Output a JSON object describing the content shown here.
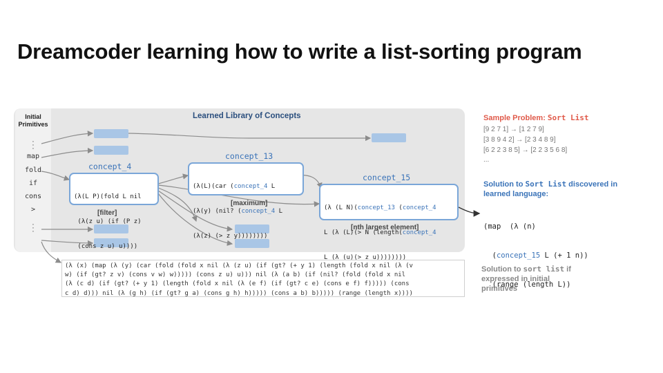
{
  "title": "Dreamcoder learning how to write a list-sorting program",
  "library": {
    "heading": "Learned Library of Concepts",
    "primitives_heading": [
      "Initial",
      "Primitives"
    ],
    "primitives": [
      "map",
      "fold",
      "if",
      "cons",
      ">"
    ]
  },
  "concepts": {
    "c4": {
      "name": "concept_4",
      "label": "[filter]",
      "lines": [
        [
          {
            "t": "(λ(L P)(fold L nil"
          }
        ],
        [
          {
            "t": " (λ(z u) (if (P z)"
          }
        ],
        [
          {
            "t": " (cons z u) u))))"
          }
        ]
      ]
    },
    "c13": {
      "name": "concept_13",
      "label": "[maximum]",
      "lines": [
        [
          {
            "t": "(λ(L)(car ("
          },
          {
            "t": "concept_4",
            "hl": true
          },
          {
            "t": " L"
          }
        ],
        [
          {
            "t": "(λ(y) (nil? ("
          },
          {
            "t": "concept_4",
            "hl": true
          },
          {
            "t": " L"
          }
        ],
        [
          {
            "t": "(λ(z) (> z y))))))))"
          }
        ]
      ]
    },
    "c15": {
      "name": "concept_15",
      "label": "[nth largest element]",
      "lines": [
        [
          {
            "t": "(λ (L N)("
          },
          {
            "t": "concept_13",
            "hl": true
          },
          {
            "t": " ("
          },
          {
            "t": "concept_4",
            "hl": true
          }
        ],
        [
          {
            "t": "L (λ (L)(> N (length("
          },
          {
            "t": "concept_4",
            "hl": true
          }
        ],
        [
          {
            "t": "L (λ (u)(> z u))))))))"
          }
        ]
      ]
    }
  },
  "sample": {
    "heading_prefix": "Sample Problem:",
    "heading_task": "Sort List",
    "rows": [
      "[9 2 7 1]  →  [1 2 7 9]",
      "[3 8 9 4 2]  →  [2 3 4 8 9]",
      "[6 2 2 3 8 5]  →  [2 2 3 5 6 8]",
      "..."
    ]
  },
  "solution": {
    "heading_a": "Solution to",
    "heading_task": "Sort List",
    "heading_b": "discovered in learned language:",
    "code": [
      [
        {
          "t": "(map  (λ (n)"
        }
      ],
      [
        {
          "t": "  ("
        },
        {
          "t": "concept_15",
          "hl": true
        },
        {
          "t": " L (+ 1 n))"
        }
      ],
      [
        {
          "t": "  (range (length L))"
        }
      ]
    ]
  },
  "raw": {
    "lines": [
      "(λ (x) (map (λ (y) (car (fold (fold x nil (λ (z u) (if (gt? (+ y 1) (length (fold x nil (λ (v",
      "w) (if (gt? z v) (cons v w) w))))) (cons z u) u))) nil (λ (a b) (if (nil? (fold (fold x nil",
      "(λ (c d) (if (gt? (+ y 1) (length (fold x nil (λ (e f) (if (gt? c e) (cons e f) f))))) (cons",
      "c d) d))) nil (λ (g h) (if (gt? g a) (cons g h) h))))) (cons a b) b))))) (range (length x))))"
    ],
    "label_a": "Solution to",
    "label_task": "sort list",
    "label_b": "if expressed in initial primitives"
  },
  "colors": {
    "concept": "#3a73b8",
    "slot": "#a9c6e6",
    "sample_heading": "#e05a4a",
    "library_bg": "#e6e6e6"
  }
}
